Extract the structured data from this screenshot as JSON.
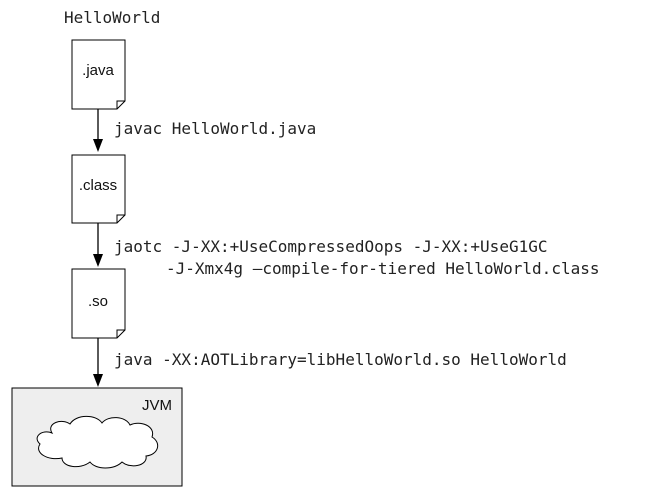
{
  "title": "HelloWorld",
  "files": {
    "java": ".java",
    "class": ".class",
    "so": ".so"
  },
  "commands": {
    "javac": "javac HelloWorld.java",
    "jaotc_line1": "jaotc -J-XX:+UseCompressedOops -J-XX:+UseG1GC",
    "jaotc_line2": "-J-Xmx4g —compile-for-tiered HelloWorld.class",
    "java": "java -XX:AOTLibrary=libHelloWorld.so HelloWorld"
  },
  "jvm": {
    "label": "JVM"
  },
  "colors": {
    "jvm_fill": "#eeeeee",
    "stroke": "#000000"
  }
}
